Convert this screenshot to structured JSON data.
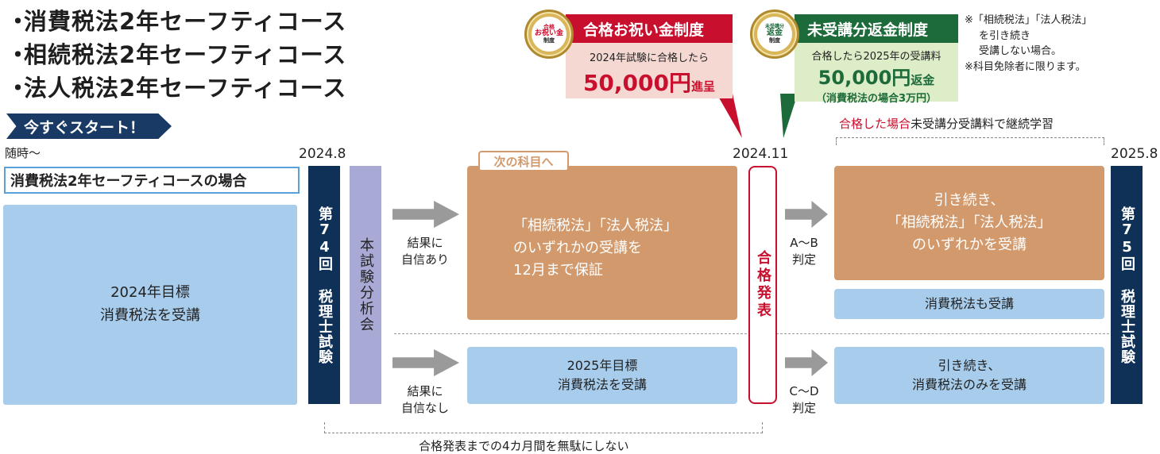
{
  "courses": [
    "消費税法2年セーフティコース",
    "相続税法2年セーフティコース",
    "法人税法2年セーフティコース"
  ],
  "bullet": "・",
  "start_banner": "今すぐスタート！",
  "start_time": "随時〜",
  "case_label": "消費税法2年セーフティコースの場合",
  "dates": {
    "d1": "2024.8",
    "d2": "2024.11",
    "d3": "2025.8"
  },
  "left_block": {
    "line1": "2024年目標",
    "line2": "消費税法を受講"
  },
  "exam74": "第74回 税理士試験",
  "analysis": "本試験分析会",
  "result_confident": {
    "line1": "結果に",
    "line2": "自信あり"
  },
  "result_not_confident": {
    "line1": "結果に",
    "line2": "自信なし"
  },
  "next_subject_tag": "次の科目へ",
  "orange_mid": {
    "line1": "「相続税法」「法人税法」",
    "line2": "のいずれかの受講を",
    "line3": "12月まで保証"
  },
  "blue_mid": {
    "line1": "2025年目標",
    "line2": "消費税法を受講"
  },
  "result_announcement": "合格発表",
  "judge_ab": {
    "line1": "A〜B",
    "line2": "判定"
  },
  "judge_cd": {
    "line1": "C〜D",
    "line2": "判定"
  },
  "passed_note": {
    "red": "合格した場合",
    "rest": "未受講分受講料で継続学習"
  },
  "orange_right": {
    "line1": "引き続き、",
    "line2": "「相続税法」「法人税法」",
    "line3": "のいずれかを受講"
  },
  "blue_right_top": "消費税法も受講",
  "blue_right_bottom": {
    "line1": "引き続き、",
    "line2": "消費税法のみを受講"
  },
  "exam75": "第75回 税理士試験",
  "bottom_note": "合格発表までの4カ月間を無駄にしない",
  "callout_red": {
    "badge_line1": "合格",
    "badge_line2": "お祝い金",
    "badge_line3": "制度",
    "title": "合格お祝い金制度",
    "line1": "2024年試験に合格したら",
    "amount": "50,000円",
    "amount_suffix": "進呈"
  },
  "callout_green": {
    "badge_line1": "未受講分",
    "badge_line2": "返金",
    "badge_line3": "制度",
    "title": "未受講分返金制度",
    "line1": "合格したら2025年の受講料",
    "amount": "50,000円",
    "amount_suffix": "返金",
    "line2": "（消費税法の場合3万円）"
  },
  "side_notes": {
    "line1": "※「相続税法」「法人税法」",
    "line2": "を引き続き",
    "line3": "受講しない場合。",
    "line4": "※科目免除者に限ります。"
  },
  "colors": {
    "navy": "#0f3158",
    "light_blue": "#a8cdec",
    "orange": "#d29a6c",
    "lavender": "#a8a9d4",
    "red": "#c8102e",
    "green": "#1d6b3a"
  }
}
